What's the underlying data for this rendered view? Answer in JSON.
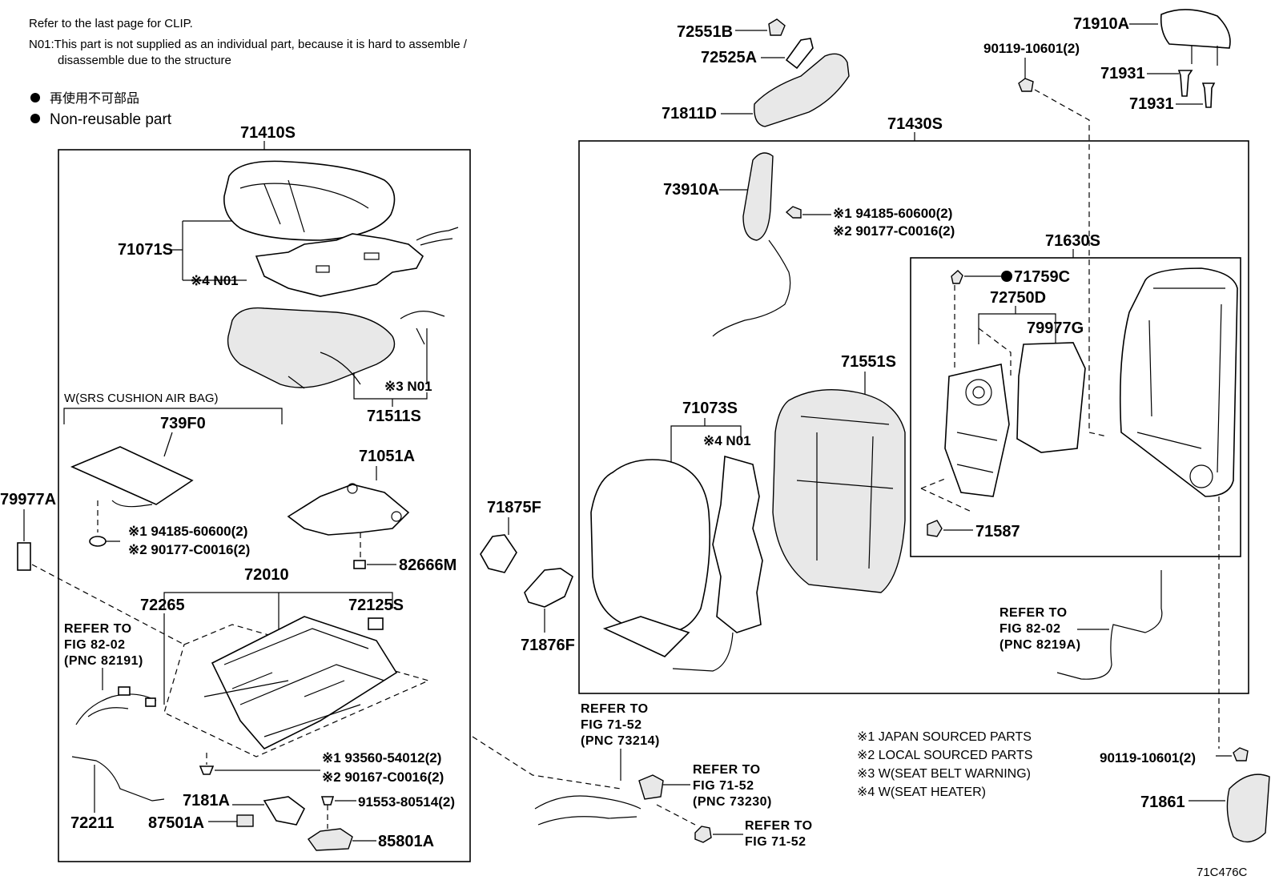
{
  "notes": {
    "clip": "Refer to the last page for CLIP.",
    "n01_line1": "N01:This part is not supplied as an individual part, because it is hard to assemble /",
    "n01_line2": "disassemble due to the structure",
    "nonreusable_jp": "再使用不可部品",
    "nonreusable_en": "Non-reusable part"
  },
  "variant": "W(SRS CUSHION AIR BAG)",
  "parts": {
    "p71410S": "71410S",
    "p71071S": "71071S",
    "p71071S_n01": "※4 N01",
    "p71511S": "71511S",
    "p71511S_n01": "※3 N01",
    "p739F0": "739F0",
    "p739F0_nut1": "※1 94185-60600(2)",
    "p739F0_nut2": "※2 90177-C0016(2)",
    "p71051A": "71051A",
    "p82666M": "82666M",
    "p79977A": "79977A",
    "p72010": "72010",
    "p72265": "72265",
    "p72125S": "72125S",
    "p72211": "72211",
    "p7181A": "7181A",
    "p87501A": "87501A",
    "p85801A": "85801A",
    "p93560": "※1 93560-54012(2)",
    "p90167": "※2 90167-C0016(2)",
    "p91553": "91553-80514(2)",
    "p71875F": "71875F",
    "p71876F": "71876F",
    "p72551B": "72551B",
    "p72525A": "72525A",
    "p71811D": "71811D",
    "p71430S": "71430S",
    "p73910A": "73910A",
    "p73910A_nut1": "※1 94185-60600(2)",
    "p73910A_nut2": "※2 90177-C0016(2)",
    "p71073S": "71073S",
    "p71073S_n01": "※4 N01",
    "p71551S": "71551S",
    "p71630S": "71630S",
    "p71759C": "71759C",
    "p72750D": "72750D",
    "p79977G": "79977G",
    "p71587": "71587",
    "p71910A": "71910A",
    "p90119a": "90119-10601(2)",
    "p71931a": "71931",
    "p71931b": "71931",
    "p90119b": "90119-10601(2)",
    "p71861": "71861"
  },
  "refs": {
    "r82191_l1": "REFER TO",
    "r82191_l2": "FIG 82-02",
    "r82191_l3": "(PNC 82191)",
    "r8219A_l1": "REFER TO",
    "r8219A_l2": "FIG 82-02",
    "r8219A_l3": "(PNC 8219A)",
    "r73214_l1": "REFER TO",
    "r73214_l2": "FIG 71-52",
    "r73214_l3": "(PNC 73214)",
    "r73230_l1": "REFER TO",
    "r73230_l2": "FIG 71-52",
    "r73230_l3": "(PNC 73230)",
    "r7152_l1": "REFER TO",
    "r7152_l2": "FIG 71-52"
  },
  "legend": [
    "※1 JAPAN SOURCED PARTS",
    "※2 LOCAL SOURCED PARTS",
    "※3 W(SEAT BELT WARNING)",
    "※4 W(SEAT HEATER)"
  ],
  "figure_id": "71C476C"
}
